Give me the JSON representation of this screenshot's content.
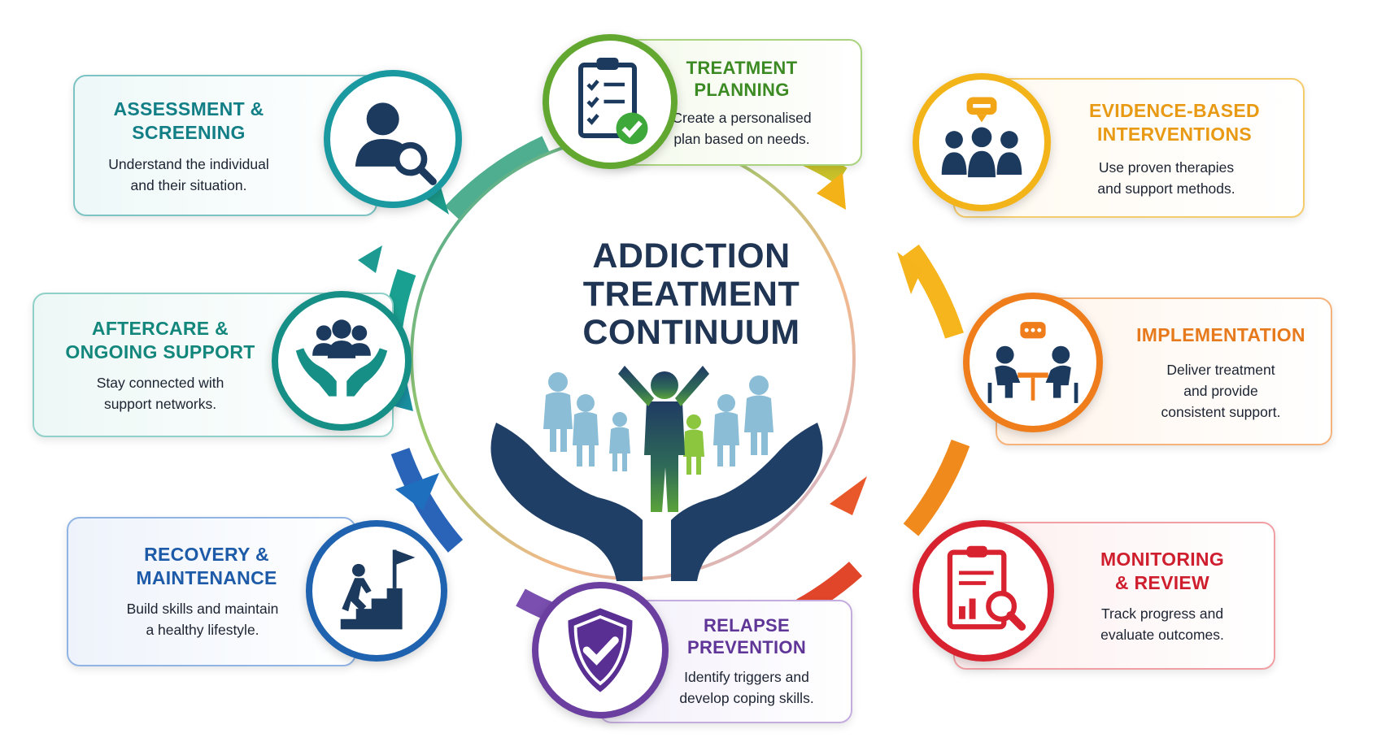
{
  "center": {
    "title_line1": "ADDICTION",
    "title_line2": "TREATMENT",
    "title_line3": "CONTINUUM"
  },
  "stages": {
    "treatment_planning": {
      "title_line1": "TREATMENT",
      "title_line2": "PLANNING",
      "desc_line1": "Create a personalised",
      "desc_line2": "plan based on needs.",
      "color": "#5fa52c",
      "icon": "clipboard-check-icon"
    },
    "evidence_based": {
      "title_line1": "EVIDENCE-BASED",
      "title_line2": "INTERVENTIONS",
      "desc_line1": "Use proven therapies",
      "desc_line2": "and support methods.",
      "color": "#f2a516",
      "icon": "group-discussion-icon"
    },
    "implementation": {
      "title_line1": "IMPLEMENTATION",
      "desc_line1": "Deliver treatment",
      "desc_line2": "and provide",
      "desc_line3": "consistent support.",
      "color": "#ef7d1b",
      "icon": "counseling-session-icon"
    },
    "monitoring": {
      "title_line1": "MONITORING",
      "title_line2": "& REVIEW",
      "desc_line1": "Track progress and",
      "desc_line2": "evaluate outcomes.",
      "color": "#d8222f",
      "icon": "report-magnifier-icon"
    },
    "relapse": {
      "title_line1": "RELAPSE",
      "title_line2": "PREVENTION",
      "desc_line1": "Identify triggers and",
      "desc_line2": "develop coping skills.",
      "color": "#6b3fa0",
      "icon": "shield-check-icon"
    },
    "recovery": {
      "title_line1": "RECOVERY &",
      "title_line2": "MAINTENANCE",
      "desc_line1": "Build skills and maintain",
      "desc_line2": "a healthy lifestyle.",
      "color": "#1f62b0",
      "icon": "stairs-flag-icon"
    },
    "aftercare": {
      "title_line1": "AFTERCARE &",
      "title_line2": "ONGOING SUPPORT",
      "desc_line1": "Stay connected with",
      "desc_line2": "support networks.",
      "color": "#168f86",
      "icon": "hands-community-icon"
    },
    "assessment": {
      "title_line1": "ASSESSMENT &",
      "title_line2": "SCREENING",
      "desc_line1": "Understand the individual",
      "desc_line2": "and their situation.",
      "color": "#127f86",
      "icon": "person-search-icon"
    }
  }
}
